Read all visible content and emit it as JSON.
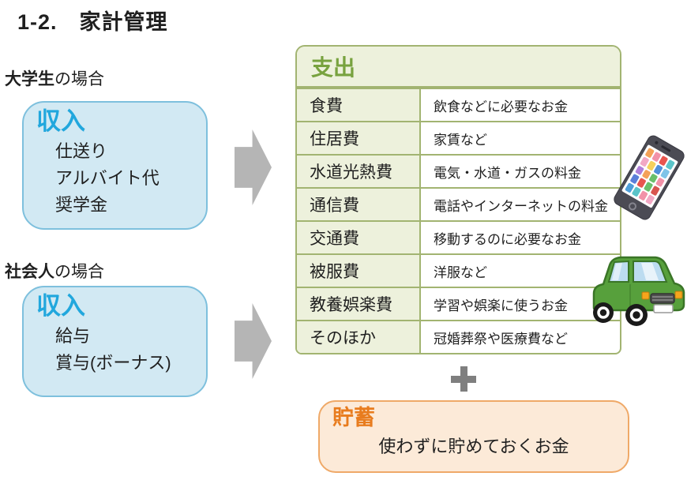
{
  "page": {
    "title": "1-2.　家計管理"
  },
  "income_sections": [
    {
      "case_label_bold": "大学生",
      "case_label_rest": "の場合",
      "box_title": "収入",
      "items": [
        "仕送り",
        "アルバイト代",
        "奨学金"
      ]
    },
    {
      "case_label_bold": "社会人",
      "case_label_rest": "の場合",
      "box_title": "収入",
      "items": [
        "給与",
        "賞与(ボーナス)"
      ]
    }
  ],
  "expense_table": {
    "header": "支出",
    "rows": [
      {
        "category": "食費",
        "description": "飲食などに必要なお金"
      },
      {
        "category": "住居費",
        "description": "家賃など"
      },
      {
        "category": "水道光熱費",
        "description": "電気・水道・ガスの料金"
      },
      {
        "category": "通信費",
        "description": "電話やインターネットの料金"
      },
      {
        "category": "交通費",
        "description": "移動するのに必要なお金"
      },
      {
        "category": "被服費",
        "description": "洋服など"
      },
      {
        "category": "教養娯楽費",
        "description": "学習や娯楽に使うお金"
      },
      {
        "category": "そのほか",
        "description": "冠婚葬祭や医療費など"
      }
    ]
  },
  "plus_icon": "+",
  "savings_box": {
    "title": "貯蓄",
    "description": "使わずに貯めておくお金"
  },
  "decorations": {
    "smartphone": {
      "name": "smartphone-icon",
      "app_colors": [
        "#f4a258",
        "#f291a8",
        "#e8554f",
        "#5bc4c9",
        "#f2a8c4",
        "#f5d05c",
        "#4f8fd9",
        "#7fc4e8",
        "#b07fd9",
        "#f4a258",
        "#6abf6a",
        "#f291a8",
        "#5b7fd9",
        "#e8554f",
        "#6abf6a",
        "#d9544f",
        "#4f9fd9",
        "#5bc4c9",
        "#f291a8",
        "#f2a8c4"
      ]
    },
    "car": {
      "name": "car-icon",
      "body_color": "#57a03c"
    }
  },
  "colors": {
    "income_box_fill": "#d2e9f3",
    "income_box_border": "#7ec0dd",
    "income_title_text": "#21a7dd",
    "table_border": "#a2b471",
    "table_header_fill": "#edf1dc",
    "table_header_text": "#78a23f",
    "category_cell_fill": "#edf1dc",
    "savings_box_fill": "#fcead8",
    "savings_box_border": "#efa968",
    "savings_title_text": "#e87c1e",
    "arrow": "#b5b5b5",
    "plus": "#7f7f7f",
    "body_text": "#1f1f1f"
  }
}
